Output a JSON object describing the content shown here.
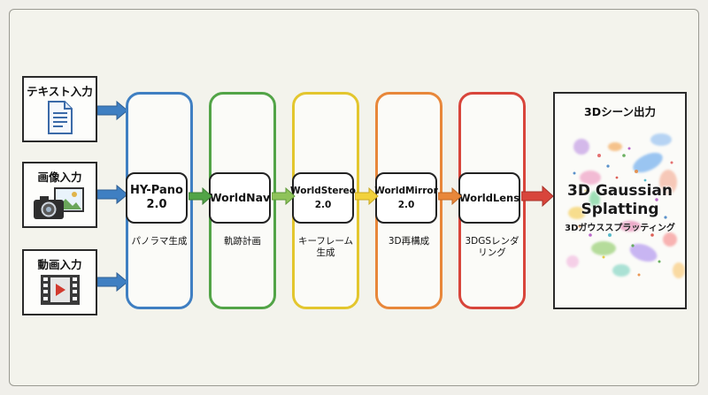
{
  "inputs": [
    {
      "label": "テキスト入力",
      "icon": "document-icon"
    },
    {
      "label": "画像入力",
      "icon": "camera-image-icon"
    },
    {
      "label": "動画入力",
      "icon": "video-icon"
    }
  ],
  "stages": [
    {
      "node": "HY-Pano\n2.0",
      "caption": "パノラマ生成",
      "color": "#3f7fc2"
    },
    {
      "node": "WorldNav",
      "caption": "軌跡計画",
      "color": "#52a447"
    },
    {
      "node": "WorldStereo\n2.0",
      "caption": "キーフレーム\n生成",
      "color": "#e3c62e"
    },
    {
      "node": "WorldMirror\n2.0",
      "caption": "3D再構成",
      "color": "#e8873a"
    },
    {
      "node": "WorldLens",
      "caption": "3DGSレンダ\nリング",
      "color": "#d8453b"
    }
  ],
  "output": {
    "title": "3Dシーン出力",
    "main": "3D Gaussian\nSplatting",
    "sub": "3Dガウススプラッティング"
  },
  "colors": {
    "input_arrow": "#3f7fc2",
    "blue": "#3f7fc2",
    "green": "#52a447",
    "yellow": "#e3c62e",
    "orange": "#e8873a",
    "red": "#d8453b"
  }
}
